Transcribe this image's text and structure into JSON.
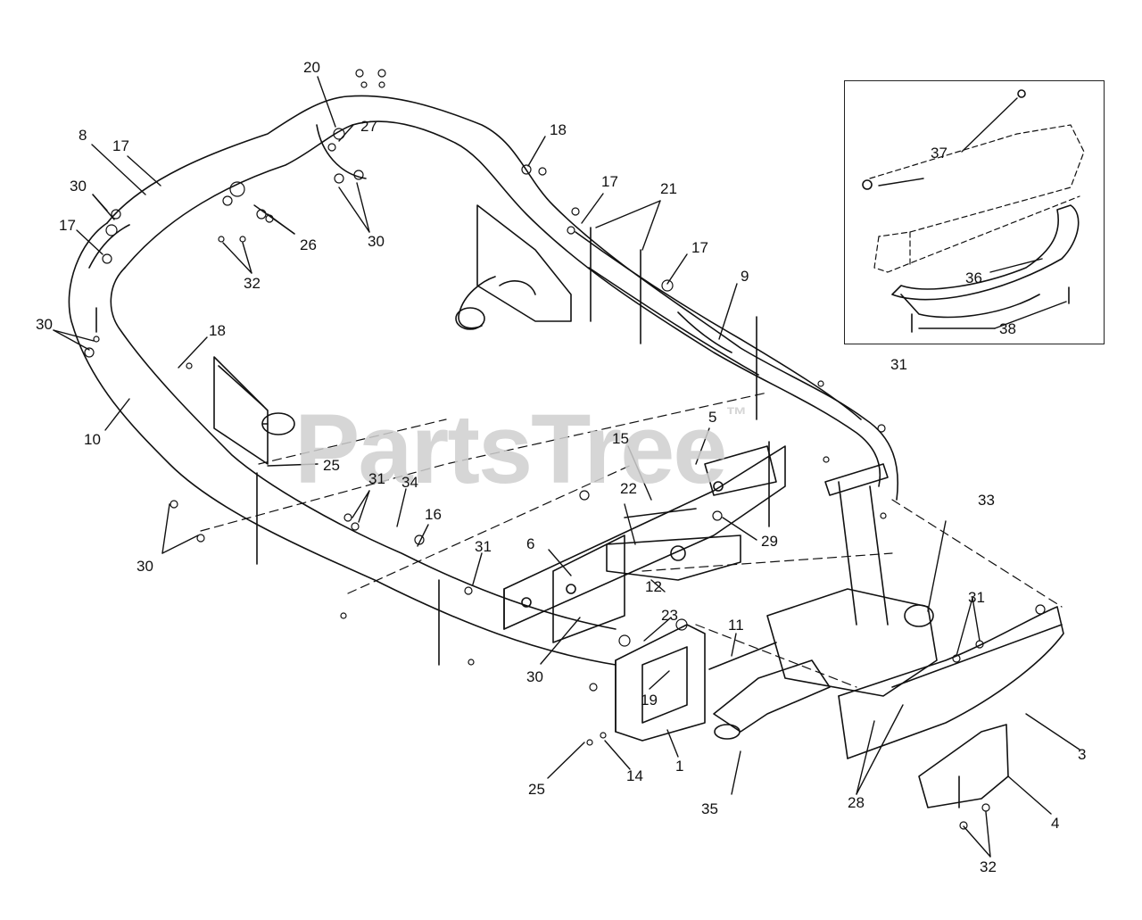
{
  "watermark": "PartsTree",
  "callouts": [
    {
      "key": "c20",
      "text": "20"
    },
    {
      "key": "c27",
      "text": "27"
    },
    {
      "key": "c18a",
      "text": "18"
    },
    {
      "key": "c8",
      "text": "8"
    },
    {
      "key": "c17a",
      "text": "17"
    },
    {
      "key": "c30a",
      "text": "30"
    },
    {
      "key": "c17b",
      "text": "17"
    },
    {
      "key": "c26",
      "text": "26"
    },
    {
      "key": "c30b",
      "text": "30"
    },
    {
      "key": "c32a",
      "text": "32"
    },
    {
      "key": "c17c",
      "text": "17"
    },
    {
      "key": "c21",
      "text": "21"
    },
    {
      "key": "c17d",
      "text": "17"
    },
    {
      "key": "c9",
      "text": "9"
    },
    {
      "key": "c30c",
      "text": "30"
    },
    {
      "key": "c18b",
      "text": "18"
    },
    {
      "key": "c10",
      "text": "10"
    },
    {
      "key": "c25a",
      "text": "25"
    },
    {
      "key": "c5",
      "text": "5"
    },
    {
      "key": "c15",
      "text": "15"
    },
    {
      "key": "c31a",
      "text": "31"
    },
    {
      "key": "c31b",
      "text": "31"
    },
    {
      "key": "c34",
      "text": "34"
    },
    {
      "key": "c22",
      "text": "22"
    },
    {
      "key": "c16",
      "text": "16"
    },
    {
      "key": "c29",
      "text": "29"
    },
    {
      "key": "c30d",
      "text": "30"
    },
    {
      "key": "c31c",
      "text": "31"
    },
    {
      "key": "c6",
      "text": "6"
    },
    {
      "key": "c12",
      "text": "12"
    },
    {
      "key": "c33",
      "text": "33"
    },
    {
      "key": "c31d",
      "text": "31"
    },
    {
      "key": "c23",
      "text": "23"
    },
    {
      "key": "c11",
      "text": "11"
    },
    {
      "key": "c30e",
      "text": "30"
    },
    {
      "key": "c19",
      "text": "19"
    },
    {
      "key": "c3",
      "text": "3"
    },
    {
      "key": "c25b",
      "text": "25"
    },
    {
      "key": "c14",
      "text": "14"
    },
    {
      "key": "c1",
      "text": "1"
    },
    {
      "key": "c35",
      "text": "35"
    },
    {
      "key": "c28",
      "text": "28"
    },
    {
      "key": "c4",
      "text": "4"
    },
    {
      "key": "c32b",
      "text": "32"
    },
    {
      "key": "c37",
      "text": "37"
    },
    {
      "key": "c36",
      "text": "36"
    },
    {
      "key": "c38",
      "text": "38"
    }
  ],
  "colors": {
    "ink": "#111111",
    "watermark": "#cfcfcf",
    "background": "#ffffff"
  }
}
